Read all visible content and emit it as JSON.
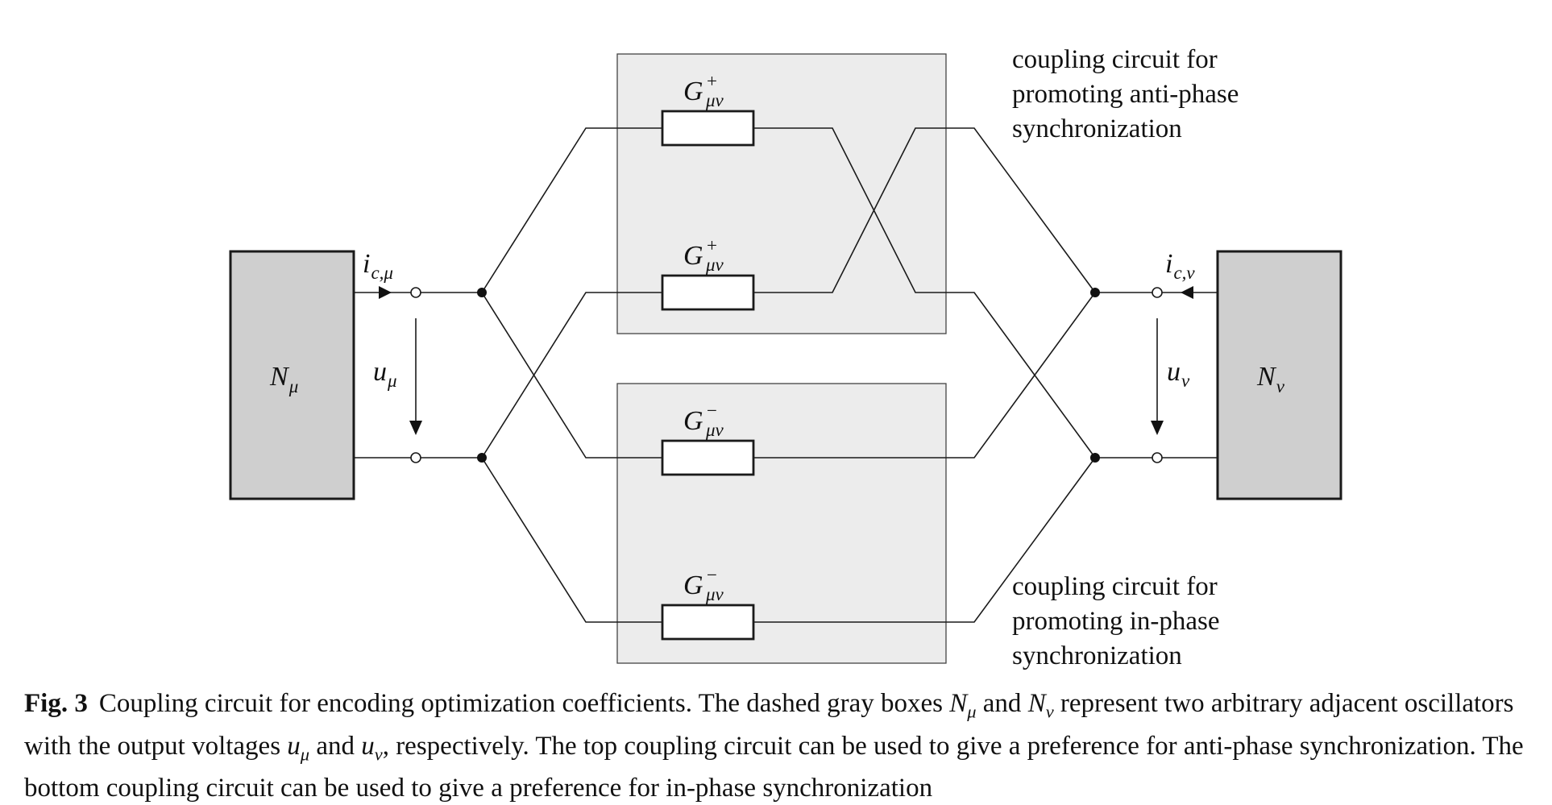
{
  "blocks": {
    "left": {
      "letter": "N",
      "sub": "μ"
    },
    "right": {
      "letter": "N",
      "sub": "ν"
    }
  },
  "currents": {
    "left": {
      "base": "i",
      "sub": "c,μ"
    },
    "right": {
      "base": "i",
      "sub": "c,ν"
    }
  },
  "voltages": {
    "left": {
      "base": "u",
      "sub": "μ"
    },
    "right": {
      "base": "u",
      "sub": "ν"
    }
  },
  "conductances": {
    "base": "G",
    "sub": "μν",
    "plus": "+",
    "minus": "−"
  },
  "annotations": {
    "top": [
      "coupling circuit for",
      "promoting anti-phase",
      "synchronization"
    ],
    "bottom": [
      "coupling circuit for",
      "promoting in-phase",
      "synchronization"
    ]
  },
  "caption": {
    "label": "Fig. 3",
    "t1": "Coupling circuit for encoding optimization coefficients. The dashed gray boxes ",
    "m1": "N",
    "m1_sub": "μ",
    "t2": " and ",
    "m2": "N",
    "m2_sub": "ν",
    "t3": " represent two arbitrary adjacent oscillators with the output voltages ",
    "m3": "u",
    "m3_sub": "μ",
    "t4": " and ",
    "m4": "u",
    "m4_sub": "ν",
    "t5": ", respectively. The top coupling circuit can be used to give a preference for anti-phase synchronization. The bottom coupling circuit can be used to give a preference for in-phase synchronization"
  }
}
